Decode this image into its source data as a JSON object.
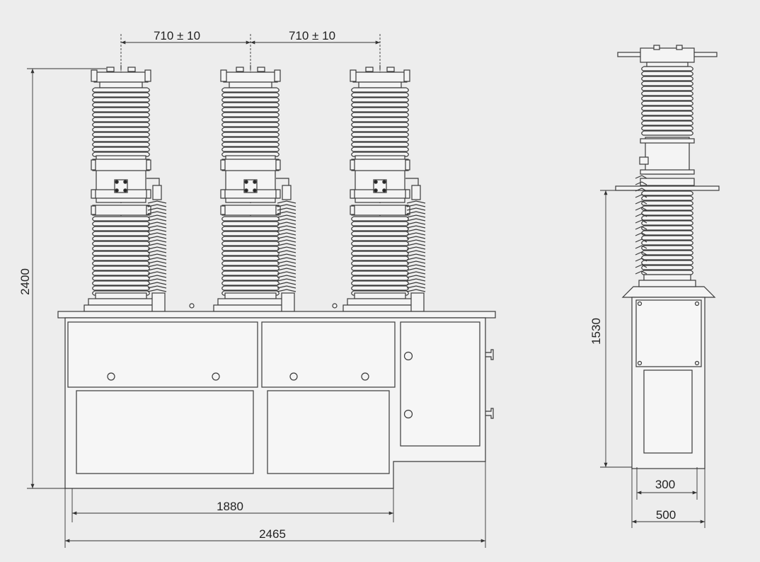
{
  "colors": {
    "background": "#ededed",
    "line": "#3a3a3a",
    "fill": "#f4f4f4",
    "text": "#222222"
  },
  "dimensions": {
    "pole_spacing_1": "710 ± 10",
    "pole_spacing_2": "710 ± 10",
    "total_height": "2400",
    "cabinet_inner_width": "1880",
    "total_width": "2465",
    "side_height": "1530",
    "side_inner_width": "300",
    "side_width": "500"
  }
}
